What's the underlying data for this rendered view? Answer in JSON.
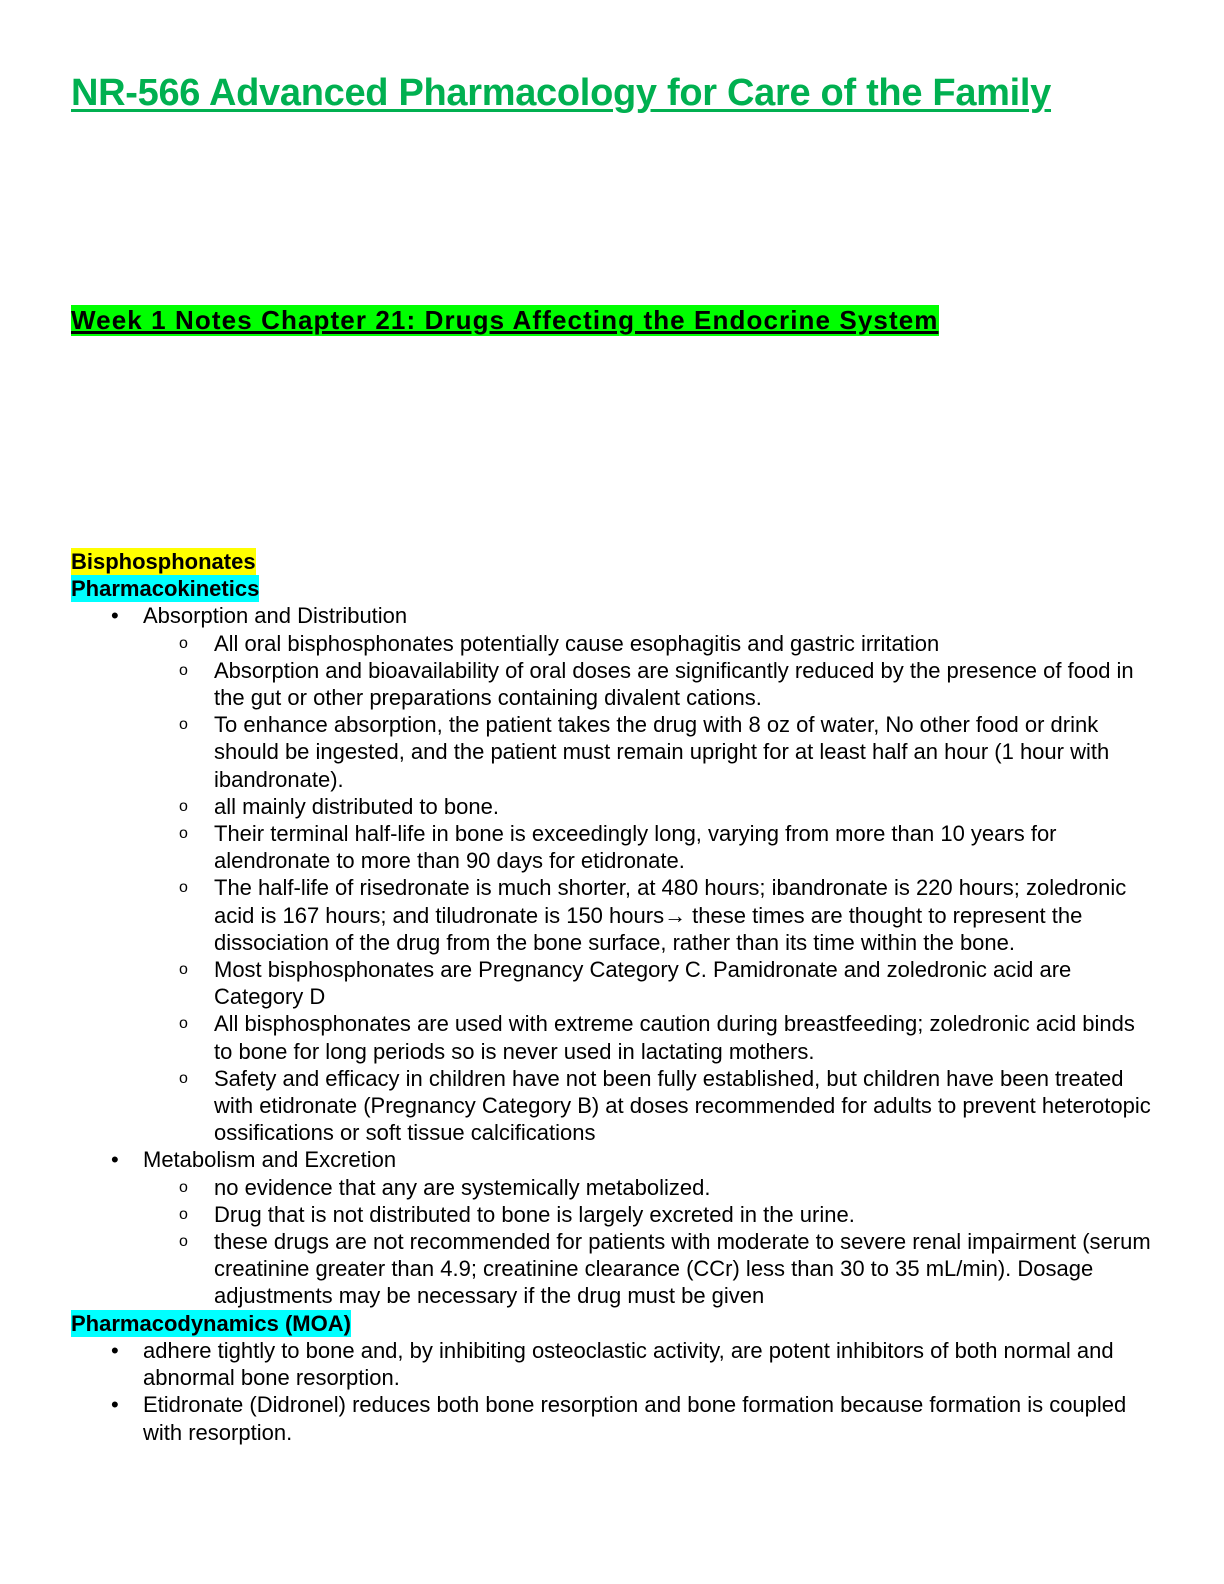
{
  "title": "NR-566 Advanced Pharmacology for Care of the Family",
  "week_heading": "Week 1 Notes Chapter 21: Drugs Affecting the Endocrine System",
  "section": "Bisphosphonates",
  "pk_heading": "Pharmacokinetics",
  "pk": [
    {
      "label": "Absorption and Distribution",
      "items": [
        "All oral bisphosphonates potentially cause esophagitis and gastric irritation",
        " Absorption and bioavailability of oral doses are significantly reduced by the presence of food in the gut or other preparations containing divalent cations.",
        "To enhance absorption, the patient takes the drug with 8 oz of water, No other food or drink should be ingested, and the patient must remain upright for at least half an hour (1 hour with ibandronate).",
        "all mainly distributed to bone.",
        "Their terminal half-life in bone is exceedingly long, varying from more than 10 years for alendronate to more than 90 days for etidronate.",
        "The half-life of risedronate is much shorter, at 480 hours; ibandronate is 220 hours; zoledronic acid is 167 hours; and tiludronate is 150 hours→ these times are thought to represent the dissociation of the drug from the bone surface, rather than its time within the bone.",
        "Most bisphosphonates are Pregnancy Category C. Pamidronate and zoledronic acid are Category D",
        "All bisphosphonates are used with extreme caution during breastfeeding; zoledronic acid binds to bone for long periods so is never used in lactating mothers.",
        "Safety and efficacy in children have not been fully established, but children have been treated with etidronate (Pregnancy Category B) at doses recommended for adults to prevent heterotopic ossifications or soft tissue calcifications"
      ]
    },
    {
      "label": "Metabolism and Excretion",
      "items": [
        "no evidence that any are systemically metabolized.",
        "Drug that is not distributed to bone is largely excreted in the urine.",
        "these drugs are not recommended for patients with moderate to severe renal impairment (serum creatinine greater than 4.9; creatinine clearance (CCr) less than 30 to 35 mL/min). Dosage adjustments may be necessary if the drug must be given"
      ]
    }
  ],
  "pd_heading": "Pharmacodynamics (MOA)",
  "pd": [
    "adhere tightly to bone and, by inhibiting osteoclastic activity, are potent inhibitors of both normal and abnormal bone resorption.",
    "Etidronate (Didronel) reduces both bone resorption and bone formation because formation is coupled with resorption."
  ],
  "bullet": "•",
  "sub_bullet": "o"
}
